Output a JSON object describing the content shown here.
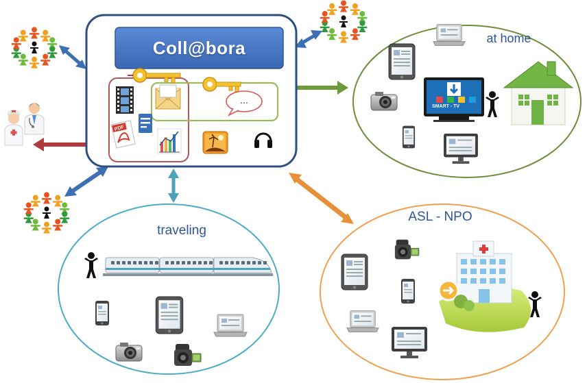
{
  "hub": {
    "title": "Coll@bora"
  },
  "nodes": {
    "home": {
      "label": "at home",
      "tv_label": "SMART - TV"
    },
    "traveling": {
      "label": "traveling"
    },
    "asl": {
      "label": "ASL - NPO"
    }
  },
  "chat_bubble": {
    "text": "..."
  },
  "pdf_icon": {
    "text": "PDF"
  },
  "colors": {
    "hub_border": "#2e4f7e",
    "title_fill": "#4472c4",
    "home_border": "#6d8d3b",
    "travel_border": "#4bacc6",
    "asl_border": "#f0a050",
    "arrow_blue": "#3c6fb4",
    "arrow_green": "#6d9a3a",
    "arrow_red": "#b23a3a",
    "arrow_teal": "#4aa3b8",
    "arrow_orange": "#e6913a"
  }
}
